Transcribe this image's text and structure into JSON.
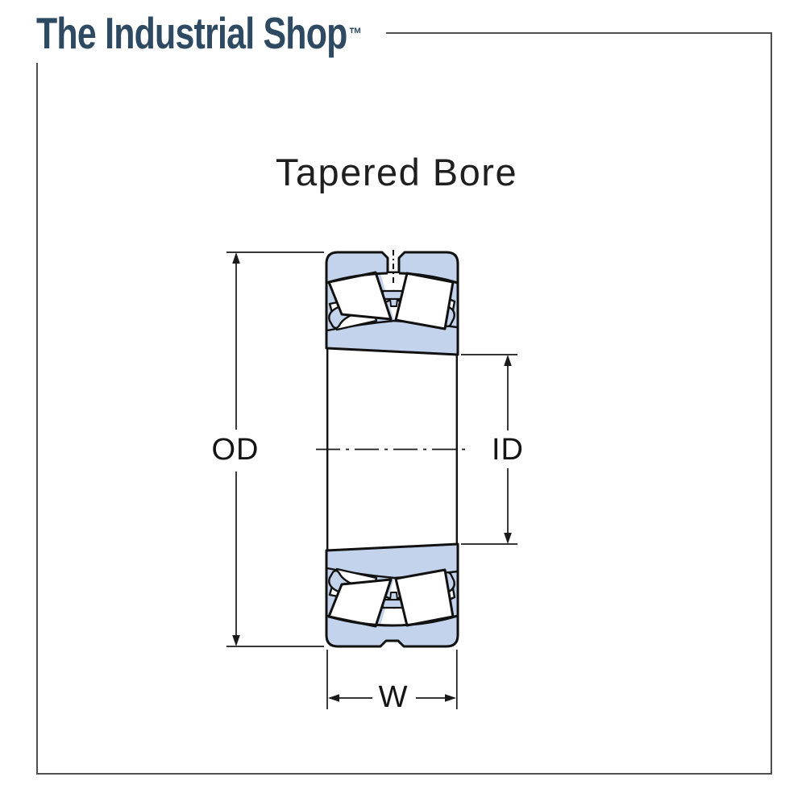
{
  "brand": {
    "name": "The Industrial Shop",
    "trademark": "™",
    "color": "#2e4a63"
  },
  "diagram": {
    "title": "Tapered Bore",
    "dimension_labels": {
      "outer_diameter": "OD",
      "inner_diameter": "ID",
      "width": "W"
    },
    "colors": {
      "section_fill": "#c4d3ec",
      "outline": "#111111",
      "dimension_lines": "#1a1a1a",
      "frame_border": "#4f4f4f"
    }
  }
}
